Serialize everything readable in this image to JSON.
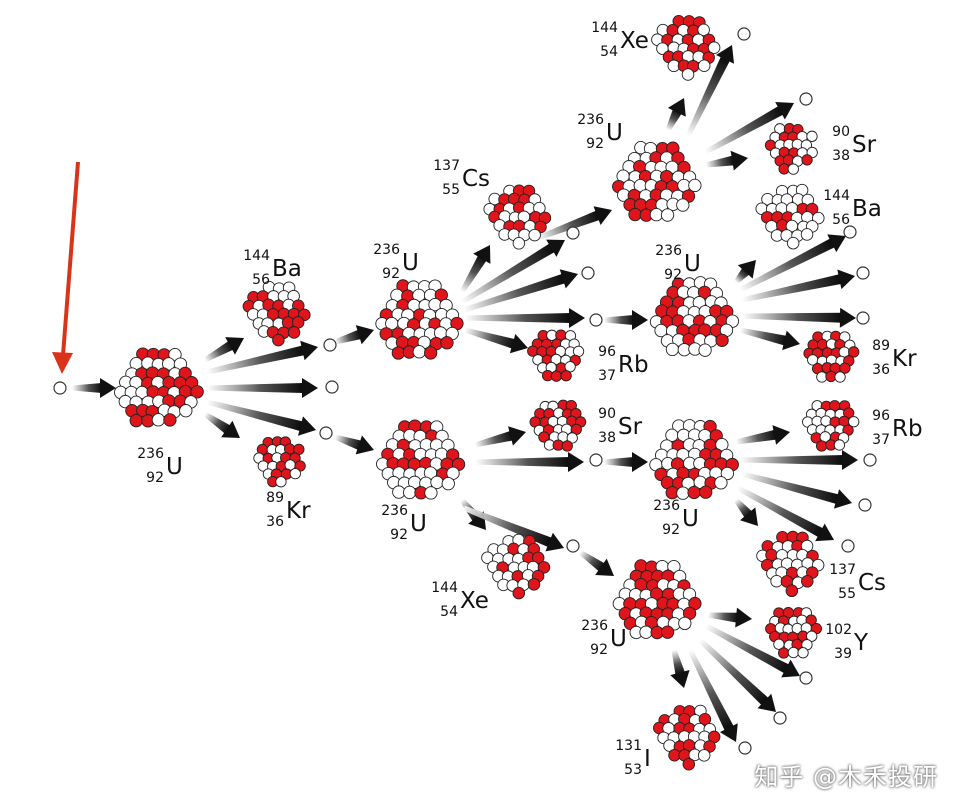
{
  "colors": {
    "proton": "#e0141b",
    "neutron": "#ffffff",
    "outline": "#222222",
    "arrow": "#111111",
    "trigger_arrow": "#d9331a"
  },
  "nuclei": [
    {
      "id": "n0",
      "role": "parent",
      "symbol": "U",
      "mass": "236",
      "z": "92",
      "label_pos": "below"
    },
    {
      "id": "n1",
      "role": "fragment",
      "symbol": "Ba",
      "mass": "144",
      "z": "56",
      "label_pos": "above"
    },
    {
      "id": "n2",
      "role": "fragment",
      "symbol": "Kr",
      "mass": "89",
      "z": "36",
      "label_pos": "below"
    },
    {
      "id": "n3",
      "role": "parent",
      "symbol": "U",
      "mass": "236",
      "z": "92",
      "label_pos": "above"
    },
    {
      "id": "n4",
      "role": "parent",
      "symbol": "U",
      "mass": "236",
      "z": "92",
      "label_pos": "below"
    },
    {
      "id": "n5",
      "role": "fragment",
      "symbol": "Cs",
      "mass": "137",
      "z": "55",
      "label_pos": "left"
    },
    {
      "id": "n6",
      "role": "fragment",
      "symbol": "Rb",
      "mass": "96",
      "z": "37",
      "label_pos": "right"
    },
    {
      "id": "n7",
      "role": "fragment",
      "symbol": "Sr",
      "mass": "90",
      "z": "38",
      "label_pos": "right"
    },
    {
      "id": "n8",
      "role": "fragment",
      "symbol": "Xe",
      "mass": "144",
      "z": "54",
      "label_pos": "left"
    },
    {
      "id": "n9",
      "role": "parent",
      "symbol": "U",
      "mass": "236",
      "z": "92",
      "label_pos": "left"
    },
    {
      "id": "n10",
      "role": "parent",
      "symbol": "U",
      "mass": "236",
      "z": "92",
      "label_pos": "above"
    },
    {
      "id": "n11",
      "role": "parent",
      "symbol": "U",
      "mass": "236",
      "z": "92",
      "label_pos": "below"
    },
    {
      "id": "n12",
      "role": "parent",
      "symbol": "U",
      "mass": "236",
      "z": "92",
      "label_pos": "left"
    },
    {
      "id": "n13",
      "role": "fragment",
      "symbol": "Xe",
      "mass": "144",
      "z": "54",
      "label_pos": "left"
    },
    {
      "id": "n14",
      "role": "fragment",
      "symbol": "Sr",
      "mass": "90",
      "z": "38",
      "label_pos": "right"
    },
    {
      "id": "n15",
      "role": "fragment",
      "symbol": "Ba",
      "mass": "144",
      "z": "56",
      "label_pos": "right"
    },
    {
      "id": "n16",
      "role": "fragment",
      "symbol": "Kr",
      "mass": "89",
      "z": "36",
      "label_pos": "right"
    },
    {
      "id": "n17",
      "role": "fragment",
      "symbol": "Rb",
      "mass": "96",
      "z": "37",
      "label_pos": "right"
    },
    {
      "id": "n18",
      "role": "fragment",
      "symbol": "Cs",
      "mass": "137",
      "z": "55",
      "label_pos": "right"
    },
    {
      "id": "n19",
      "role": "fragment",
      "symbol": "Y",
      "mass": "102",
      "z": "39",
      "label_pos": "right"
    },
    {
      "id": "n20",
      "role": "fragment",
      "symbol": "I",
      "mass": "131",
      "z": "53",
      "label_pos": "left"
    }
  ],
  "watermark": "知乎 @木禾投研"
}
